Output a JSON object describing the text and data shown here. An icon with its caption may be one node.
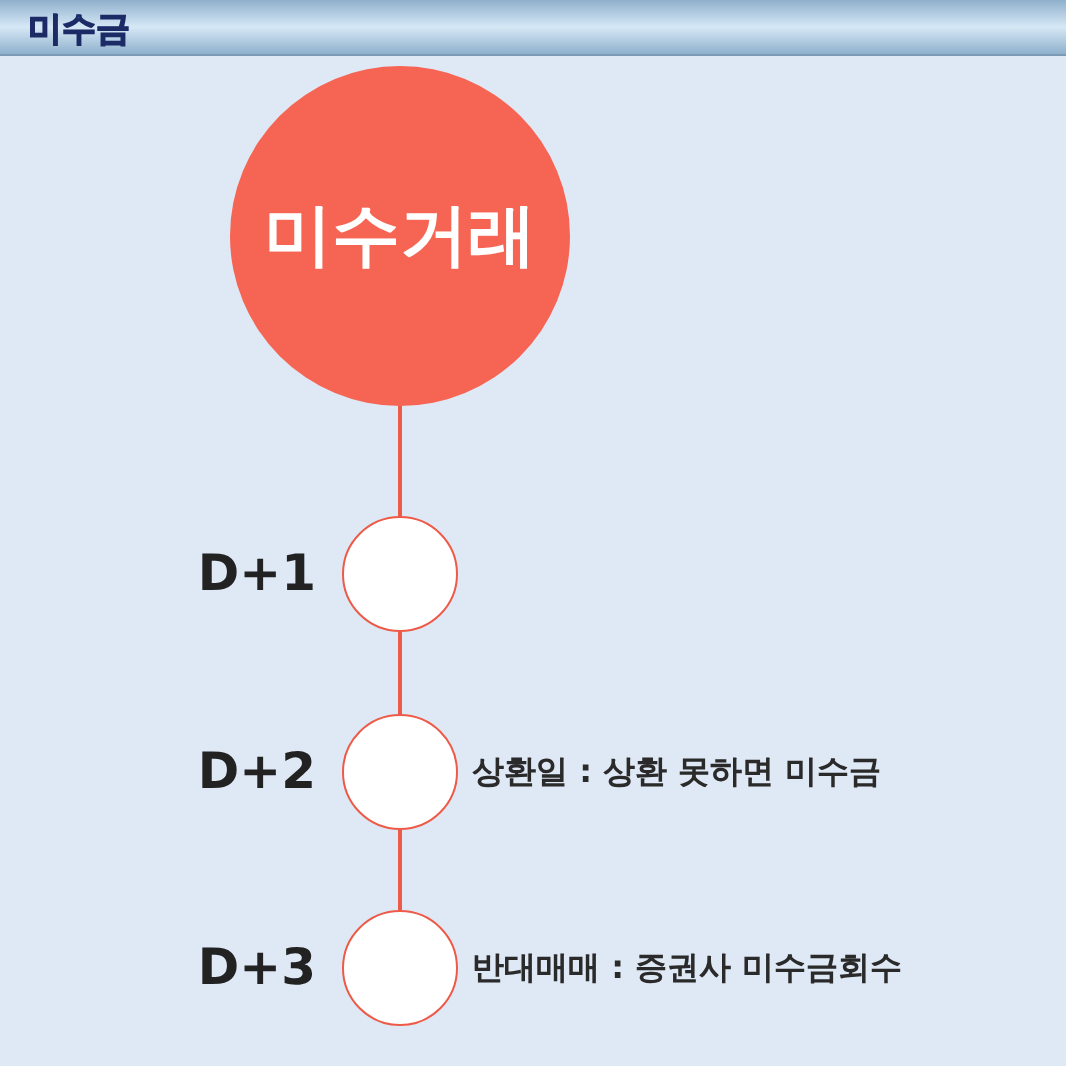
{
  "diagram": {
    "title": "미수금",
    "nodes": [
      {
        "text": [
          "미수거래"
        ]
      },
      {
        "text": [],
        "shape": "circle",
        "beside": [
          "D+1"
        ]
      },
      {
        "text": [],
        "shape": "circle",
        "beside": [
          "D+2",
          "상환일 : 상환 못하면 미수금"
        ]
      },
      {
        "text": [],
        "shape": "circle",
        "beside": [
          "D+3",
          "반대매매 : 증권사 미수금회수"
        ]
      }
    ],
    "edges": [
      {
        "from": 0,
        "to": 1,
        "arrow": "none"
      },
      {
        "from": 1,
        "to": 2,
        "arrow": "none"
      },
      {
        "from": 2,
        "to": 3,
        "arrow": "none"
      }
    ]
  }
}
